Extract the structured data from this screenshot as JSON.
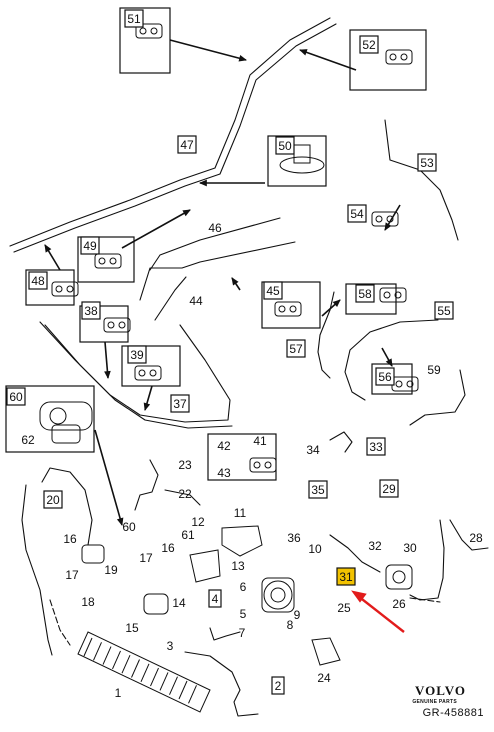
{
  "diagram": {
    "callouts": [
      {
        "num": "51",
        "boxed": true
      },
      {
        "num": "52",
        "boxed": true
      },
      {
        "num": "53",
        "boxed": true
      },
      {
        "num": "47",
        "boxed": true
      },
      {
        "num": "50",
        "boxed": true
      },
      {
        "num": "54",
        "boxed": true
      },
      {
        "num": "49",
        "boxed": true
      },
      {
        "num": "46",
        "boxed": false
      },
      {
        "num": "48",
        "boxed": true
      },
      {
        "num": "44",
        "boxed": false
      },
      {
        "num": "45",
        "boxed": true
      },
      {
        "num": "58",
        "boxed": true
      },
      {
        "num": "55",
        "boxed": true
      },
      {
        "num": "38",
        "boxed": true
      },
      {
        "num": "57",
        "boxed": true
      },
      {
        "num": "39",
        "boxed": true
      },
      {
        "num": "56",
        "boxed": true
      },
      {
        "num": "59",
        "boxed": false
      },
      {
        "num": "60",
        "boxed": true
      },
      {
        "num": "62",
        "boxed": false
      },
      {
        "num": "37",
        "boxed": true
      },
      {
        "num": "42",
        "boxed": false
      },
      {
        "num": "41",
        "boxed": false
      },
      {
        "num": "43",
        "boxed": false
      },
      {
        "num": "34",
        "boxed": false
      },
      {
        "num": "33",
        "boxed": true
      },
      {
        "num": "23",
        "boxed": false
      },
      {
        "num": "20",
        "boxed": true
      },
      {
        "num": "22",
        "boxed": false
      },
      {
        "num": "35",
        "boxed": true
      },
      {
        "num": "29",
        "boxed": true
      },
      {
        "num": "12",
        "boxed": false
      },
      {
        "num": "11",
        "boxed": false
      },
      {
        "num": "61",
        "boxed": false
      },
      {
        "num": "60",
        "boxed": false
      },
      {
        "num": "36",
        "boxed": false
      },
      {
        "num": "28",
        "boxed": false
      },
      {
        "num": "30",
        "boxed": false
      },
      {
        "num": "16",
        "boxed": false
      },
      {
        "num": "16",
        "boxed": false
      },
      {
        "num": "13",
        "boxed": false
      },
      {
        "num": "10",
        "boxed": false
      },
      {
        "num": "32",
        "boxed": false
      },
      {
        "num": "17",
        "boxed": false
      },
      {
        "num": "17",
        "boxed": false
      },
      {
        "num": "19",
        "boxed": false
      },
      {
        "num": "31",
        "boxed": true,
        "highlight": true
      },
      {
        "num": "6",
        "boxed": false
      },
      {
        "num": "18",
        "boxed": false
      },
      {
        "num": "14",
        "boxed": false
      },
      {
        "num": "4",
        "boxed": true
      },
      {
        "num": "5",
        "boxed": false
      },
      {
        "num": "9",
        "boxed": false
      },
      {
        "num": "26",
        "boxed": false
      },
      {
        "num": "8",
        "boxed": false
      },
      {
        "num": "25",
        "boxed": false
      },
      {
        "num": "15",
        "boxed": false
      },
      {
        "num": "7",
        "boxed": false
      },
      {
        "num": "3",
        "boxed": false
      },
      {
        "num": "2",
        "boxed": true
      },
      {
        "num": "24",
        "boxed": false
      },
      {
        "num": "1",
        "boxed": false
      }
    ],
    "highlight_color": "#f2c200",
    "arrow_color": "#e21b1b",
    "line_color": "#111111"
  },
  "footer": {
    "brand": "VOLVO",
    "brand_sub": "GENUINE PARTS",
    "reference": "GR-458881"
  }
}
